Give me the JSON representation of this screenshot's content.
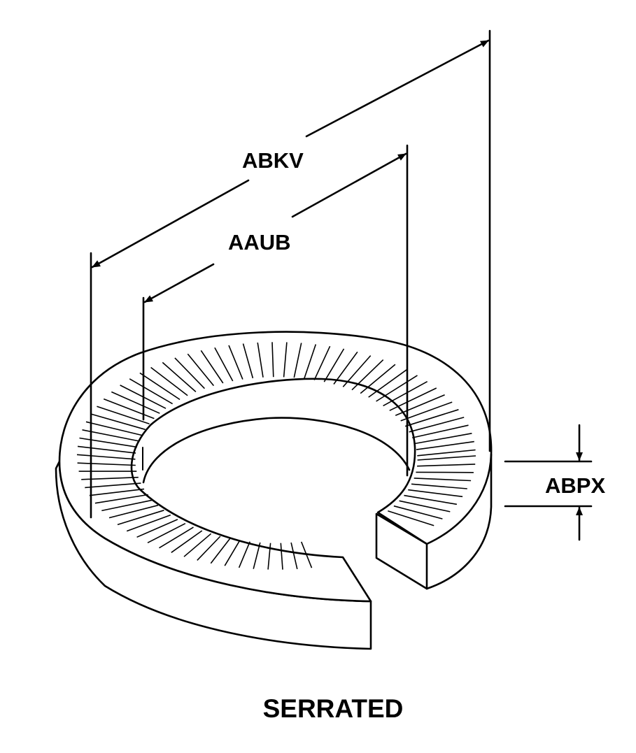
{
  "dimensions": {
    "outer_diameter_code": "ABKV",
    "inner_diameter_code": "AAUB",
    "thickness_code": "ABPX"
  },
  "caption": "SERRATED"
}
